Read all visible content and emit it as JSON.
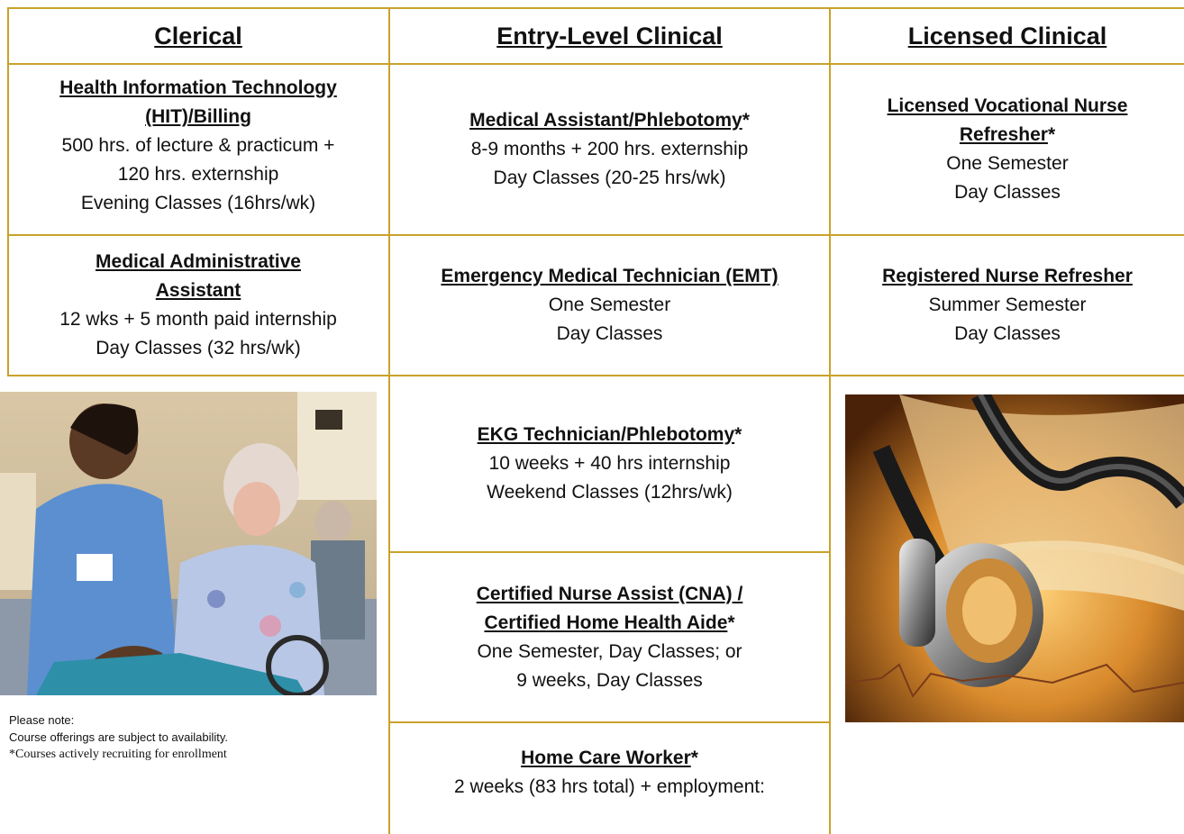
{
  "headers": {
    "clerical": "Clerical",
    "entry": "Entry-Level Clinical",
    "licensed": "Licensed Clinical"
  },
  "clerical": {
    "hit": {
      "title_line1": "Health Information Technology",
      "title_line2": "(HIT)/Billing",
      "line1": "500 hrs. of lecture & practicum +",
      "line2": "120 hrs. externship",
      "line3": "Evening Classes (16hrs/wk)"
    },
    "mda": {
      "title_line1": "Medical Administrative",
      "title_line2": "Assistant",
      "line1": "12 wks + 5 month paid internship",
      "line2": "Day Classes (32 hrs/wk)"
    }
  },
  "entry": {
    "ma": {
      "title": "Medical Assistant/Phlebotomy",
      "star": "*",
      "line1": "8-9 months + 200 hrs. externship",
      "line2": "Day Classes (20-25 hrs/wk)"
    },
    "emt": {
      "title": "Emergency Medical Technician (EMT)",
      "line1": "One Semester",
      "line2": "Day Classes"
    },
    "ekg": {
      "title": "EKG Technician/Phlebotomy",
      "star": "*",
      "line1": "10 weeks + 40 hrs internship",
      "line2": "Weekend Classes (12hrs/wk)"
    },
    "cna": {
      "title_line1": "Certified Nurse Assist (CNA) /",
      "title_line2": "Certified Home Health Aide",
      "star": "*",
      "line1": "One Semester, Day Classes; or",
      "line2": "9 weeks, Day Classes"
    },
    "hcw": {
      "title": "Home Care Worker",
      "star": "*",
      "line1": "2 weeks (83 hrs total) + employment:"
    }
  },
  "licensed": {
    "lvn": {
      "title_line1": "Licensed Vocational Nurse",
      "title_line2": "Refresher",
      "star": "*",
      "line1": "One Semester",
      "line2": "Day Classes"
    },
    "rn": {
      "title": "Registered Nurse Refresher",
      "line1": "Summer Semester",
      "line2": "Day Classes"
    }
  },
  "note": {
    "line1": "Please note:",
    "line2": "Course offerings are subject to availability.",
    "line3": "*Courses actively recruiting for enrollment"
  }
}
